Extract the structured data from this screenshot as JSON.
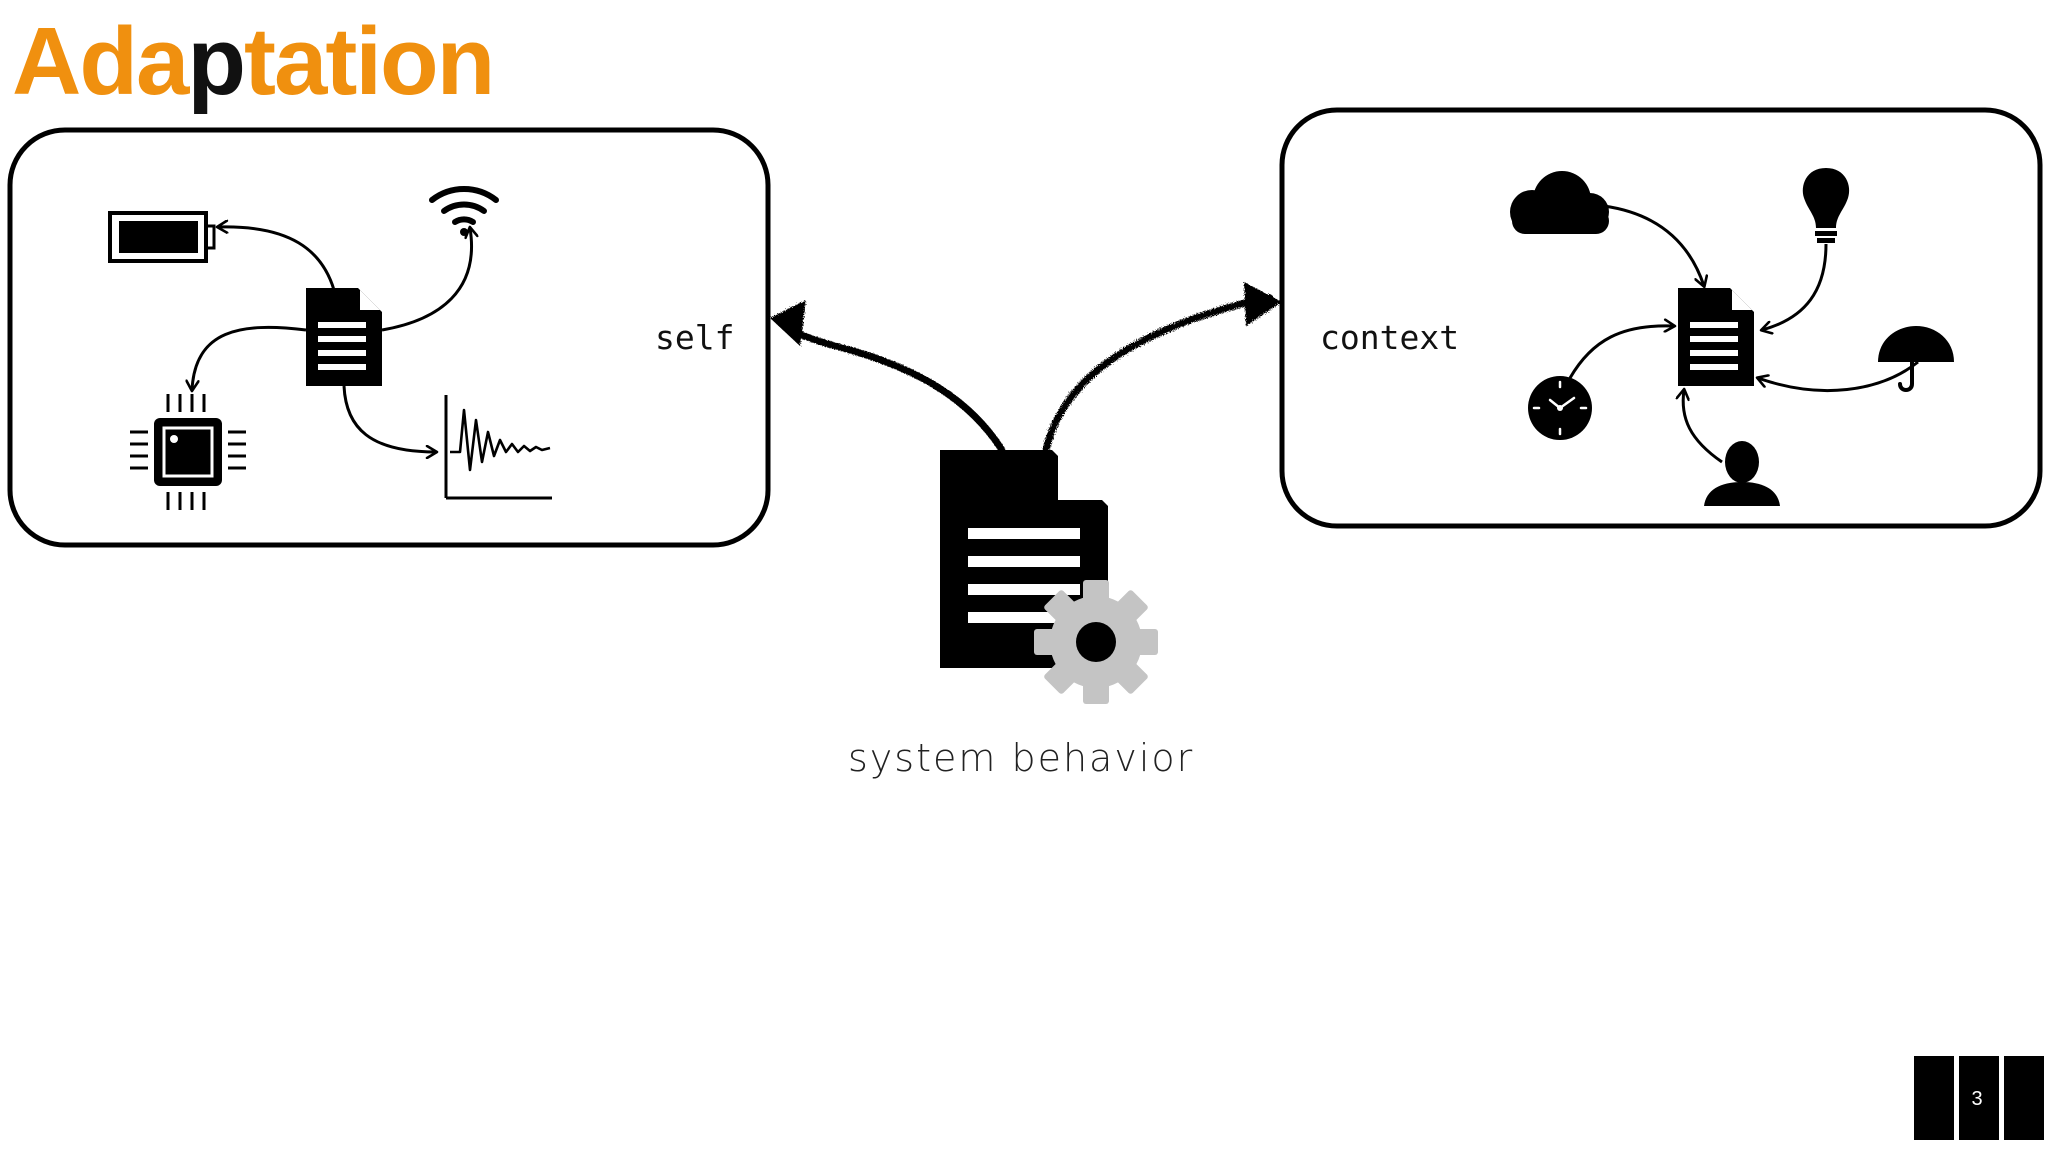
{
  "slide": {
    "title_parts": [
      {
        "text": "Ada",
        "color": "#f0900f"
      },
      {
        "text": "p",
        "color": "#111111"
      },
      {
        "text": "tation",
        "color": "#f0900f"
      }
    ],
    "self_label": "self",
    "context_label": "context",
    "center_label": "system behavior",
    "page_number": "3"
  },
  "icons": {
    "self_box": [
      "battery-icon",
      "wifi-icon",
      "document-icon",
      "chip-icon",
      "signal-plot-icon"
    ],
    "context_box": [
      "cloud-icon",
      "lightbulb-icon",
      "document-icon",
      "clock-icon",
      "umbrella-icon",
      "person-icon"
    ],
    "center": [
      "document-icon",
      "gear-icon"
    ]
  },
  "colors": {
    "accent": "#f0900f",
    "ink": "#000000",
    "gear": "#c4c4c4"
  }
}
